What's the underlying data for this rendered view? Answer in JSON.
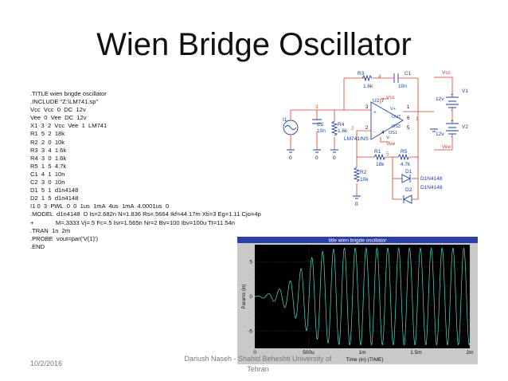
{
  "slide": {
    "title": "Wien Bridge Oscillator",
    "date": "10/2/2016",
    "author": "Dariush Naseh - Shahid Beheshti University of Tehran"
  },
  "code_lines": [
    ".TITLE wien brigde oscillator",
    ".INCLUDE \"Z:\\LM741.sp\"",
    "Vcc  Vcc  0  DC  12v",
    "Vee  0  Vee  DC  12v",
    "X1  3  2  Vcc  Vee  1  LM741",
    "R1  5  2  18k",
    "R2  2  0  10k",
    "R3  3  4  1.6k",
    "R4  3  0  1.6k",
    "R5  1  5  4.7k",
    "C1  4  1  10n",
    "C2  3  0  10n",
    "D1  5  1  d1n4148",
    "D2  1  5  d1n4148",
    "I1 0  3  PWL  0  0  1us  1mA  4us  1mA  4.0001us  0",
    ".MODEL  d1n4148  D Is=2.682n N=1.836 Rs=.5664 Ikf=44.17m Xti=3 Eg=1.11 Cjo=4p",
    "+             M=.3333 Vj=.5 Fc=.5 Isr=1.565n Nr=2 Bv=100 Ibv=100u Tt=11.54n",
    ".TRAN  1n  2m",
    ".PROBE  vout=par('V(1)')",
    ".END"
  ],
  "schematic": {
    "nodes": [
      "4",
      "3",
      "2",
      "1",
      "5",
      "0",
      "0",
      "0",
      "0"
    ],
    "components": {
      "R3": {
        "name": "R3",
        "value": "1.6k"
      },
      "C1": {
        "name": "C1",
        "value": "10n"
      },
      "I1": {
        "name": "I1"
      },
      "C2": {
        "name": "C2",
        "value": "10n"
      },
      "R4": {
        "name": "R4",
        "value": "1.6k"
      },
      "U2": {
        "name": "U2",
        "model": "LM741/NS"
      },
      "R1": {
        "name": "R1",
        "value": "18k"
      },
      "R5": {
        "name": "R5",
        "value": "4.7k"
      },
      "R2": {
        "name": "R2",
        "value": "10k"
      },
      "D1": {
        "name": "D1",
        "model": "D1N4148"
      },
      "D2": {
        "name": "D2",
        "model": "D1N4148"
      },
      "V1": {
        "name": "V1",
        "value": "12v"
      },
      "V2": {
        "name": "V2",
        "value": "12v"
      }
    },
    "opamp_pins": [
      "V+",
      "OUT",
      "OS2",
      "OS1",
      "V-"
    ],
    "opamp_pin_numbers": [
      "3",
      "7",
      "1",
      "6",
      "2",
      "4",
      "5"
    ],
    "rails": {
      "vcc": "Vcc",
      "vee": "Vee"
    },
    "plus": "+",
    "minus": "-",
    "colors": {
      "wire": "#d83a2a",
      "part": "#1f3e9e",
      "label": "#1f3e9e",
      "node": "#c8641e"
    }
  },
  "chart_data": {
    "type": "line",
    "title": "title wien brigde oscillator",
    "xlabel": "Time (in) (TIME)",
    "ylabel": "Params (in)",
    "x_ticks": [
      "0",
      "500u",
      "1m",
      "1.5m",
      "2m"
    ],
    "y_ticks": [
      "5",
      "0",
      "-5"
    ],
    "xlim": [
      0,
      0.002
    ],
    "ylim": [
      -7.5,
      7.5
    ],
    "grid": true,
    "background": "#000000",
    "line_color": "#4fe0d0",
    "oscillation_frequency_hz": 9900,
    "series": [
      {
        "points": [
          [
            0,
            0
          ],
          [
            0.0001,
            0.3
          ],
          [
            0.0002,
            0.8
          ],
          [
            0.0003,
            1.8
          ],
          [
            0.0004,
            3.5
          ],
          [
            0.0005,
            5.3
          ],
          [
            0.0006,
            6.4
          ],
          [
            0.0007,
            6.8
          ],
          [
            0.0008,
            7.0
          ],
          [
            0.002,
            7.0
          ]
        ]
      }
    ]
  }
}
